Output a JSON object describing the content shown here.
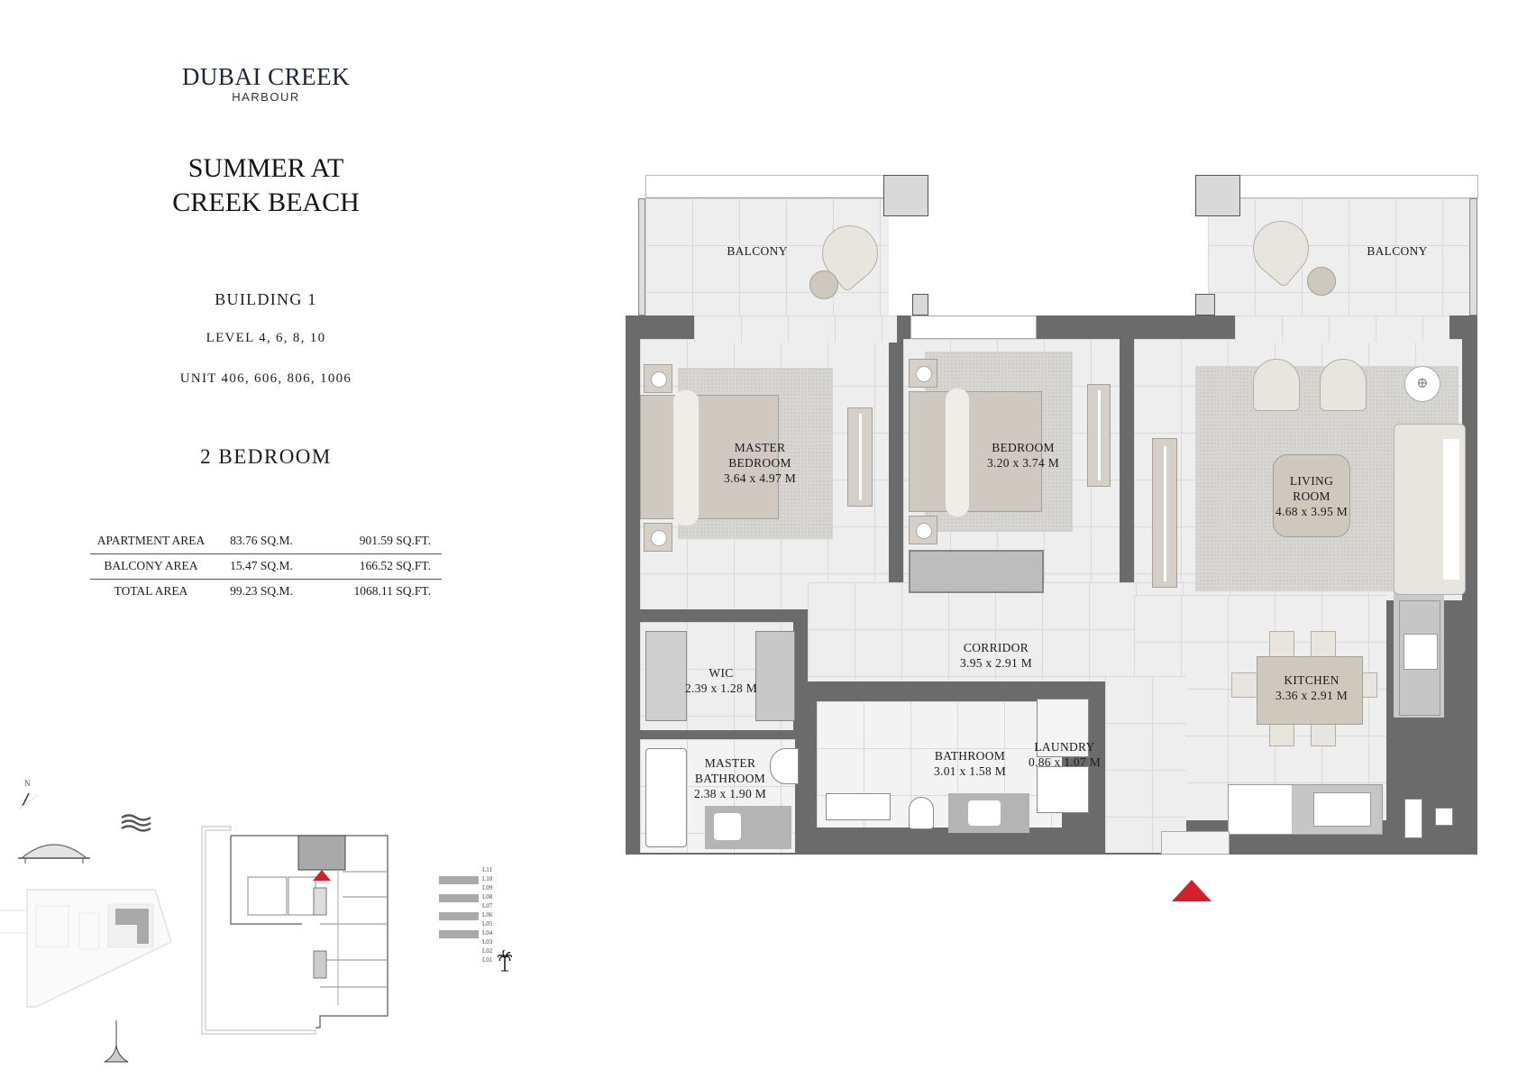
{
  "brand": {
    "name": "DUBAI CREEK",
    "sub": "HARBOUR"
  },
  "project": {
    "line1": "SUMMER AT",
    "line2": "CREEK BEACH"
  },
  "building": "BUILDING 1",
  "levels": "LEVEL 4, 6, 8, 10",
  "units": "UNIT 406, 606, 806, 1006",
  "unit_type": "2 BEDROOM",
  "area_table": [
    {
      "label": "APARTMENT AREA",
      "sqm": "83.76 SQ.M.",
      "sqft": "901.59 SQ.FT."
    },
    {
      "label": "BALCONY AREA",
      "sqm": "15.47 SQ.M.",
      "sqft": "166.52 SQ.FT."
    },
    {
      "label": "TOTAL AREA",
      "sqm": "99.23 SQ.M.",
      "sqft": "1068.11 SQ.FT."
    }
  ],
  "key_plan": {
    "north_label": "N",
    "icons": [
      "north-arrow-icon",
      "water-waves-icon",
      "bridge-icon",
      "tower-icon",
      "palm-tree-icon"
    ],
    "levels": [
      "L11",
      "L10",
      "L09",
      "L08",
      "L07",
      "L06",
      "L05",
      "L04",
      "L03",
      "L02",
      "L01"
    ],
    "highlighted_levels": [
      "L10",
      "L08",
      "L06",
      "L04"
    ],
    "highlight_color": "#a9a9a9",
    "marker_color": "#d3202a"
  },
  "rooms": {
    "balcony_left": {
      "name": "BALCONY"
    },
    "balcony_right": {
      "name": "BALCONY"
    },
    "master_bedroom": {
      "name1": "MASTER",
      "name2": "BEDROOM",
      "size": "3.64 x 4.97 M"
    },
    "bedroom": {
      "name": "BEDROOM",
      "size": "3.20 x 3.74 M"
    },
    "living_room": {
      "name1": "LIVING",
      "name2": "ROOM",
      "size": "4.68 x 3.95 M"
    },
    "wic": {
      "name": "WIC",
      "size": "2.39 x 1.28 M"
    },
    "corridor": {
      "name": "CORRIDOR",
      "size": "3.95 x 2.91 M"
    },
    "kitchen": {
      "name": "KITCHEN",
      "size": "3.36 x 2.91 M"
    },
    "master_bathroom": {
      "name1": "MASTER",
      "name2": "BATHROOM",
      "size": "2.38 x 1.90 M"
    },
    "bathroom": {
      "name": "BATHROOM",
      "size": "3.01 x 1.58 M"
    },
    "laundry": {
      "name": "LAUNDRY",
      "size": "0.86 x 1.07 M"
    }
  },
  "colors": {
    "wall": "#6b6b6b",
    "floor": "#eeeeee",
    "entrance_marker": "#d3202a",
    "brand": "#1b2438"
  }
}
